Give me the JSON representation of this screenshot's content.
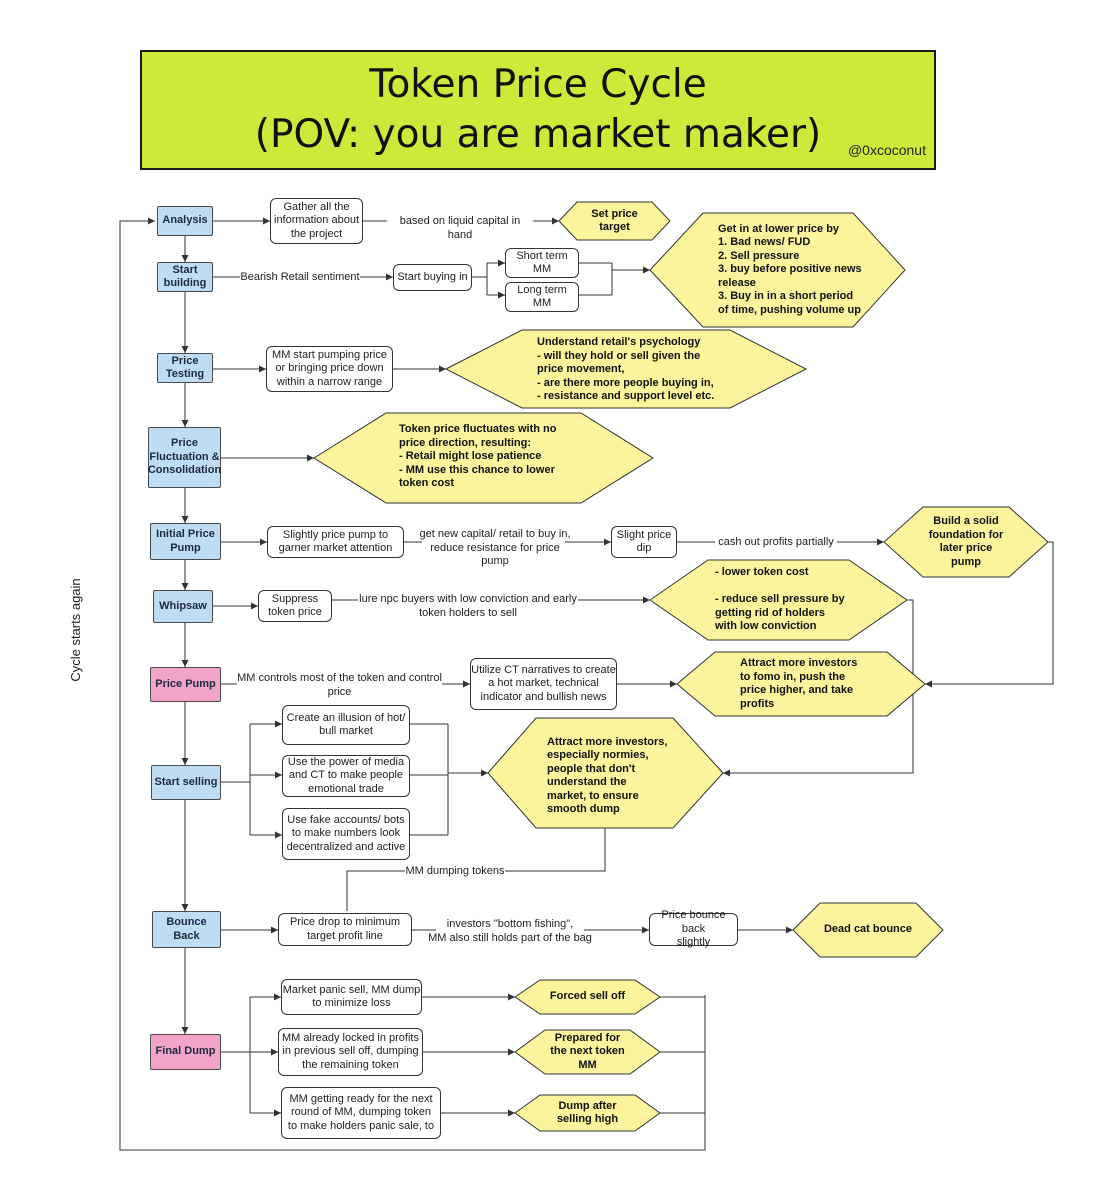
{
  "title": {
    "line1": "Token Price Cycle",
    "line2": "(POV: you are market maker)",
    "handle": "@0xcoconut"
  },
  "cycle_label": "Cycle starts again",
  "stages": {
    "analysis": "Analysis",
    "start_building": "Start\nbuilding",
    "price_testing": "Price\nTesting",
    "fluctuation": "Price\nFluctuation &\nConsolidation",
    "initial_pump": "Initial Price\nPump",
    "whipsaw": "Whipsaw",
    "price_pump": "Price Pump",
    "start_selling": "Start selling",
    "bounce_back": "Bounce\nBack",
    "final_dump": "Final Dump"
  },
  "boxes": {
    "gather_info": "Gather all the\ninformation about\nthe project",
    "start_buying": "Start buying in",
    "short_term": "Short term\nMM",
    "long_term": "Long term\nMM",
    "mm_start_pumping": "MM start pumping price\nor bringing price down\nwithin a narrow range",
    "slightly_pump": "Slightly price pump to\ngarner market attention",
    "slight_dip": "Slight price\ndip",
    "suppress": "Suppress\ntoken price",
    "utilize_ct": "Utilize CT narratives to create\na hot market, technical\nindicator and bullish news",
    "illusion": "Create an illusion of hot/\nbull market",
    "media": "Use the power of media\nand CT to make people\nemotional trade",
    "fake_accounts": "Use fake accounts/ bots\nto make numbers look\ndecentralized and active",
    "price_drop": "Price drop to minimum\ntarget profit line",
    "price_bounce": "Price bounce back\nslightly",
    "panic_sell": "Market panic sell, MM dump\nto minimize loss",
    "locked_profits": "MM already locked in profits\nin previous sell off, dumping\nthe remaining token",
    "getting_ready": "MM getting ready for the next\nround of MM, dumping token\nto make holders panic sale, to"
  },
  "labels": {
    "liquid_capital": "based on liquid capital in hand",
    "bearish": "Bearish Retail sentiment",
    "new_capital": "get new capital/ retail to buy in,\nreduce resistance for price pump",
    "cash_out": "cash out profits partially",
    "lure": "lure npc buyers with low conviction and early\ntoken holders to sell",
    "mm_controls": "MM controls most of the token and control\nprice",
    "mm_dumping": "MM dumping tokens",
    "bottom_fishing": "investors \"bottom fishing\",\nMM also still holds part of the bag"
  },
  "hexagons": {
    "set_price_target": "Set price\ntarget",
    "get_in_lower": "Get in at lower price by\n1. Bad news/ FUD\n2. Sell pressure\n3. buy before positive news\nrelease\n3. Buy in in a short period\nof time, pushing volume up",
    "retail_psychology": "Understand retail's psychology\n- will they hold or sell given the\nprice movement,\n- are there more people buying in,\n- resistance and support level etc.",
    "fluctuates": "Token price fluctuates with no\nprice direction, resulting:\n- Retail might lose patience\n- MM use this chance to lower\ntoken cost",
    "solid_foundation": "Build a solid\nfoundation for\nlater price\npump",
    "lower_cost": "- lower token cost\n\n- reduce sell pressure by\ngetting rid of holders\nwith low conviction",
    "attract_fomo": "Attract more investors\nto fomo in, push the\nprice higher, and take\nprofits",
    "attract_normies": "Attract more investors,\nespecially normies,\npeople that don't\nunderstand the\nmarket, to ensure\nsmooth dump",
    "dead_cat": "Dead cat bounce",
    "forced_sell": "Forced sell off",
    "prepared_next": "Prepared for\nthe next token\nMM",
    "dump_after": "Dump after\nselling high"
  },
  "colors": {
    "title_bg": "#cdea3a",
    "stage_blue": "#bfdcf5",
    "stage_pink": "#f2a3c9",
    "hexagon": "#fbf49c"
  }
}
